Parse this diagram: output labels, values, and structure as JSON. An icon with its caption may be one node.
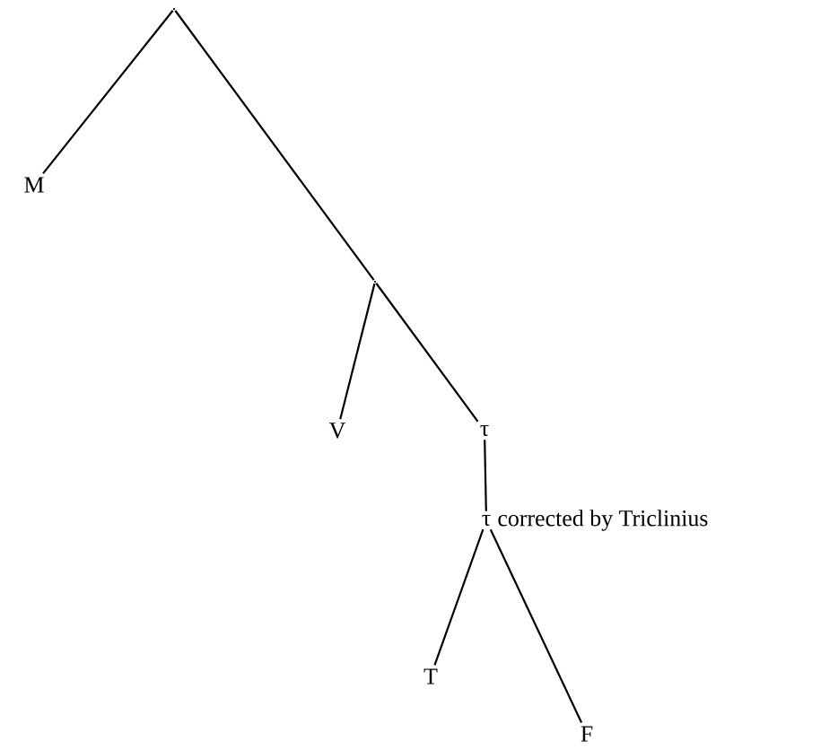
{
  "diagram": {
    "nodes": [
      {
        "text": [],
        "shape": "point"
      },
      {
        "text": [
          "M"
        ]
      },
      {
        "text": [],
        "shape": "point"
      },
      {
        "text": [
          "V"
        ]
      },
      {
        "text": [
          "τ"
        ]
      },
      {
        "text": [
          "τ"
        ],
        "beside": [
          "corrected by Triclinius"
        ]
      },
      {
        "text": [
          "T"
        ]
      },
      {
        "text": [
          "F"
        ]
      }
    ],
    "edges": [
      {
        "from": 0,
        "to": 1,
        "arrow": "none"
      },
      {
        "from": 0,
        "to": 2,
        "arrow": "none"
      },
      {
        "from": 2,
        "to": 3,
        "arrow": "none"
      },
      {
        "from": 2,
        "to": 4,
        "arrow": "none"
      },
      {
        "from": 4,
        "to": 5,
        "arrow": "none"
      },
      {
        "from": 5,
        "to": 6,
        "arrow": "none"
      },
      {
        "from": 5,
        "to": 7,
        "arrow": "none"
      }
    ]
  }
}
